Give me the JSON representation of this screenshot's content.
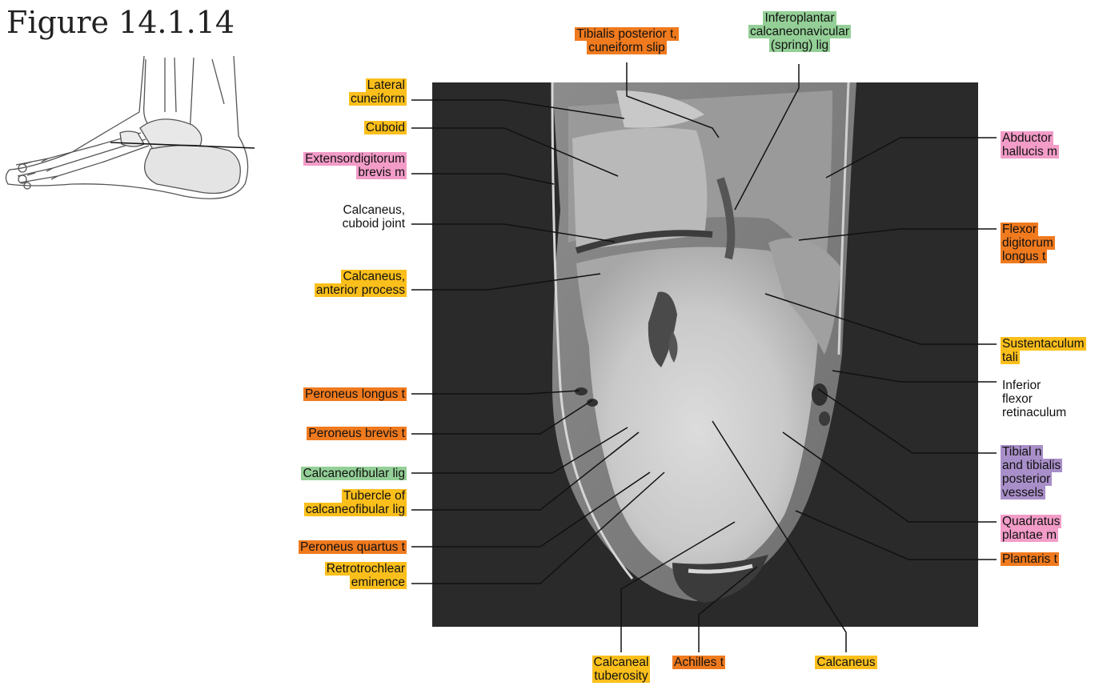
{
  "figure_title": "Figure 14.1.14",
  "colors": {
    "bone": "#fbbf1c",
    "tendon": "#f07a1e",
    "ligament": "#93cf96",
    "muscle": "#f39cc8",
    "neurovascular": "#a98fc9",
    "plain": "none"
  },
  "inset": {
    "icon": "foot-skeleton-lateral-view-icon"
  },
  "image": {
    "icon": "mri-foot-sagittal-scan-icon"
  },
  "labels": {
    "tibialis_posterior": "Tibialis posterior t,\ncuneiform slip",
    "spring_lig": "Inferoplantar\ncalcaneonavicular\n(spring) lig",
    "lateral_cuneiform": "Lateral\ncuneiform",
    "cuboid": "Cuboid",
    "edb": "Extensordigitorum\nbrevis m",
    "calc_cuboid_joint": "Calcaneus,\ncuboid joint",
    "calc_anterior_process": "Calcaneus,\nanterior process",
    "peroneus_longus": "Peroneus longus t",
    "peroneus_brevis": "Peroneus brevis t",
    "calcaneofibular_lig": "Calcaneofibular lig",
    "tubercle_cfl": "Tubercle of\ncalcaneofibular lig",
    "peroneus_quartus": "Peroneus quartus t",
    "retrotrochlear": "Retrotrochlear\neminence",
    "abductor_hallucis": "Abductor\nhallucis m",
    "fdl": "Flexor\ndigitorum\nlongus t",
    "sustentaculum": "Sustentaculum\ntali",
    "inferior_flexor_ret": "Inferior\nflexor\nretinaculum",
    "tibial_n": "Tibial n\nand tibialis\nposterior\nvessels",
    "quadratus_plantae": "Quadratus\nplantae m",
    "plantaris": "Plantaris t",
    "calcaneal_tuberosity": "Calcaneal\ntuberosity",
    "achilles": "Achilles t",
    "calcaneus": "Calcaneus"
  }
}
